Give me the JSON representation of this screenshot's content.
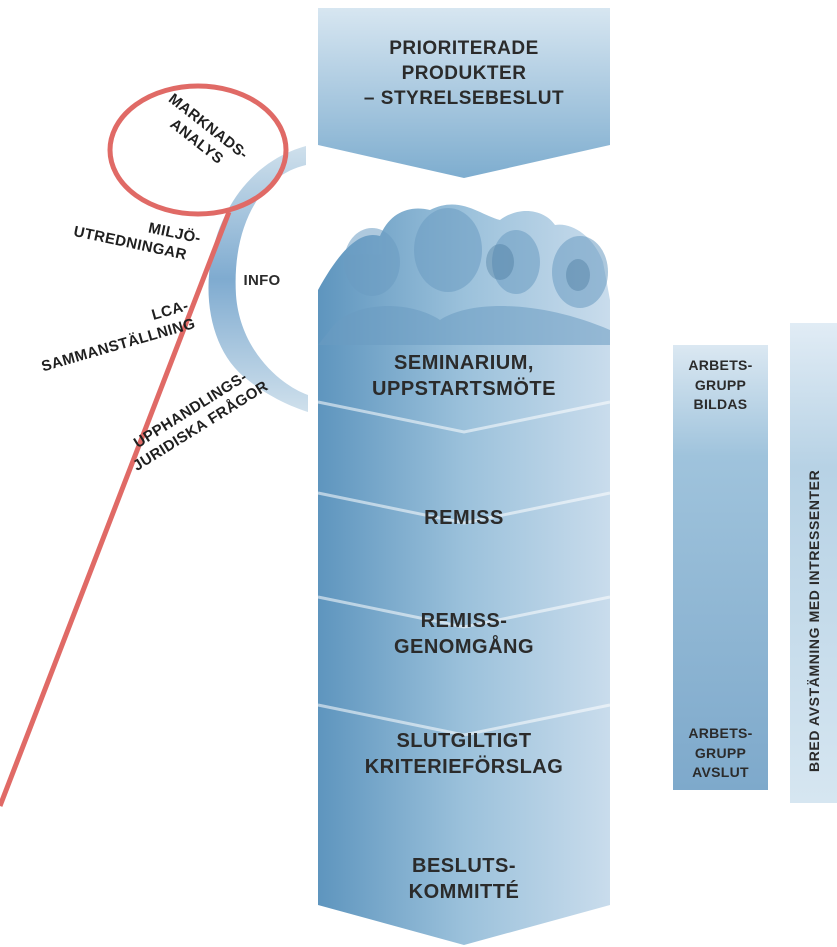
{
  "steps": {
    "prioriterade": [
      "PRIORITERADE",
      "PRODUKTER",
      "– STYRELSEBESLUT"
    ],
    "seminarium": [
      "SEMINARIUM,",
      "UPPSTARTSMÖTE"
    ],
    "remiss": [
      "REMISS"
    ],
    "remissgenomgang": [
      "REMISS-",
      "GENOMGÅNG"
    ],
    "slutgiltigt": [
      "SLUTGILTIGT",
      "KRITERIEFÖRSLAG"
    ],
    "beslut": [
      "BESLUTS-",
      "KOMMITTÉ"
    ]
  },
  "info_label": "INFO",
  "inputs": {
    "marknadsanalys": [
      "MARKNADS-",
      "ANALYS"
    ],
    "miljo": [
      "MILJÖ-",
      "UTREDNINGAR"
    ],
    "lca": [
      "LCA-",
      "SAMMANSTÄLLNING"
    ],
    "upphandling": [
      "UPPHANDLINGS-",
      "JURIDISKA FRÅGOR"
    ]
  },
  "arbetsgrupp": {
    "bildas": [
      "ARBETS-",
      "GRUPP",
      "BILDAS"
    ],
    "avslut": [
      "ARBETS-",
      "GRUPP",
      "AVSLUT"
    ]
  },
  "bred_label": "BRED AVSTÄMNING MED INTRESSENTER",
  "colors": {
    "flow_light": "#cfe1ee",
    "flow_mid": "#8fb8d4",
    "flow_dark": "#5f94bb",
    "highlight_red": "#e06a66"
  }
}
